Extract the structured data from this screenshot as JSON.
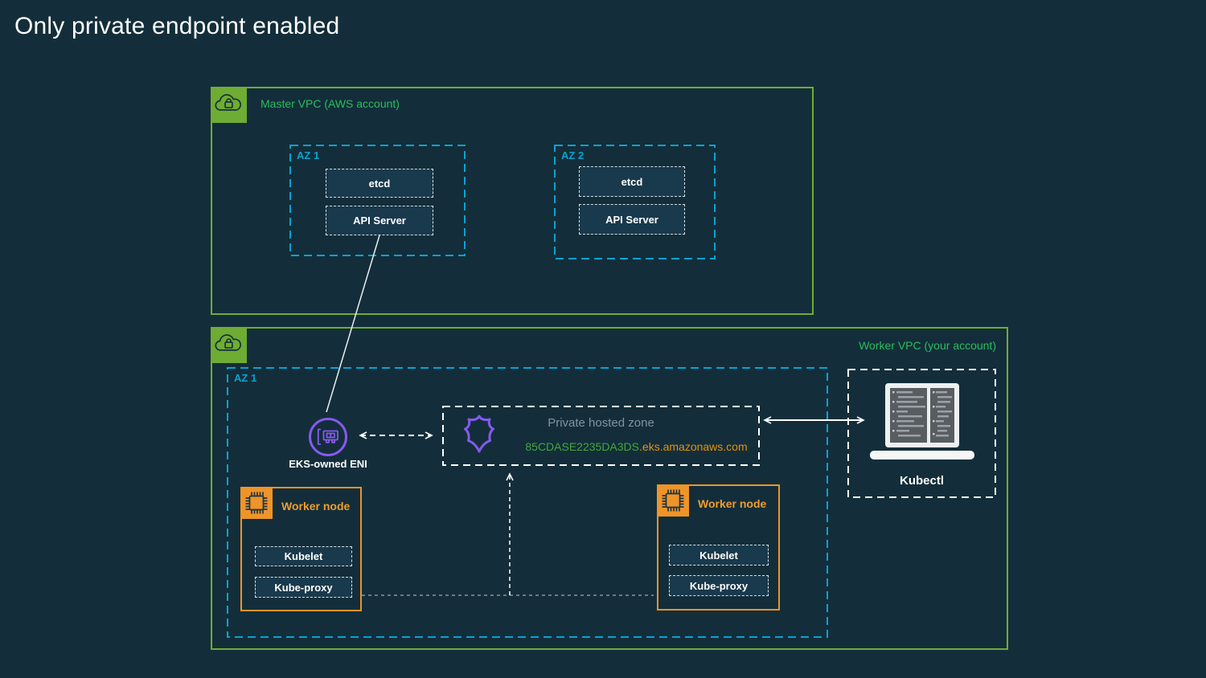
{
  "title": "Only private endpoint enabled",
  "colors": {
    "background": "#132e3a",
    "vpc_border_green": "#6fac33",
    "vpc_label_green": "#2bbd5b",
    "az_cyan": "#0aa3d1",
    "worker_node_orange": "#ef9428",
    "domain_green": "#44a63c",
    "domain_orange": "#e5900e",
    "eni_purple": "#8659f0",
    "phz_title_gray": "#7f93a6"
  },
  "master_vpc": {
    "label": "Master VPC (AWS account)",
    "azs": [
      {
        "label": "AZ 1",
        "nodes": [
          "etcd",
          "API Server"
        ]
      },
      {
        "label": "AZ 2",
        "nodes": [
          "etcd",
          "API Server"
        ]
      }
    ]
  },
  "worker_vpc": {
    "label": "Worker VPC (your account)",
    "az": {
      "label": "AZ 1"
    },
    "eni": {
      "label": "EKS-owned ENI"
    },
    "private_hosted_zone": {
      "title": "Private hosted zone",
      "domain_prefix": "85CDASE2235DA3DS",
      "domain_suffix": ".eks.amazonaws.com"
    },
    "worker_nodes": [
      {
        "label": "Worker node",
        "components": [
          "Kubelet",
          "Kube-proxy"
        ]
      },
      {
        "label": "Worker node",
        "components": [
          "Kubelet",
          "Kube-proxy"
        ]
      }
    ],
    "kubectl": {
      "label": "Kubectl"
    }
  }
}
